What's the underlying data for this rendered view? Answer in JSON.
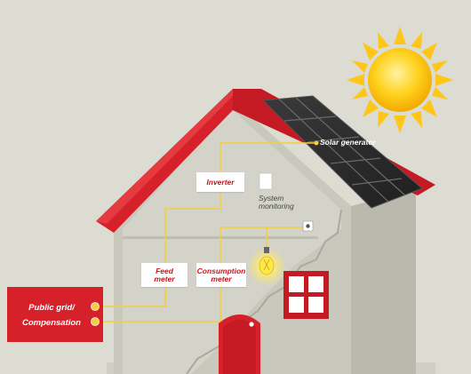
{
  "labels": {
    "solar_generator": "Solar generator",
    "inverter": "Inverter",
    "system_monitoring_line1": "System",
    "system_monitoring_line2": "monitoring",
    "feed_meter_line1": "Feed",
    "feed_meter_line2": "meter",
    "consumption_meter_line1": "Consumption",
    "consumption_meter_line2": "meter",
    "public_grid_line1": "Public grid/",
    "public_grid_line2": "Compensation"
  },
  "colors": {
    "background": "#dcdcd3",
    "roof_red": "#d6202a",
    "wall": "#c8c8bd",
    "wall_interior": "#d2d2c8",
    "solar_panel": "#2f2f2f",
    "wire_yellow": "#f4cf3a",
    "sun_yellow": "#ffd21f",
    "label_text_red": "#c8161d"
  }
}
